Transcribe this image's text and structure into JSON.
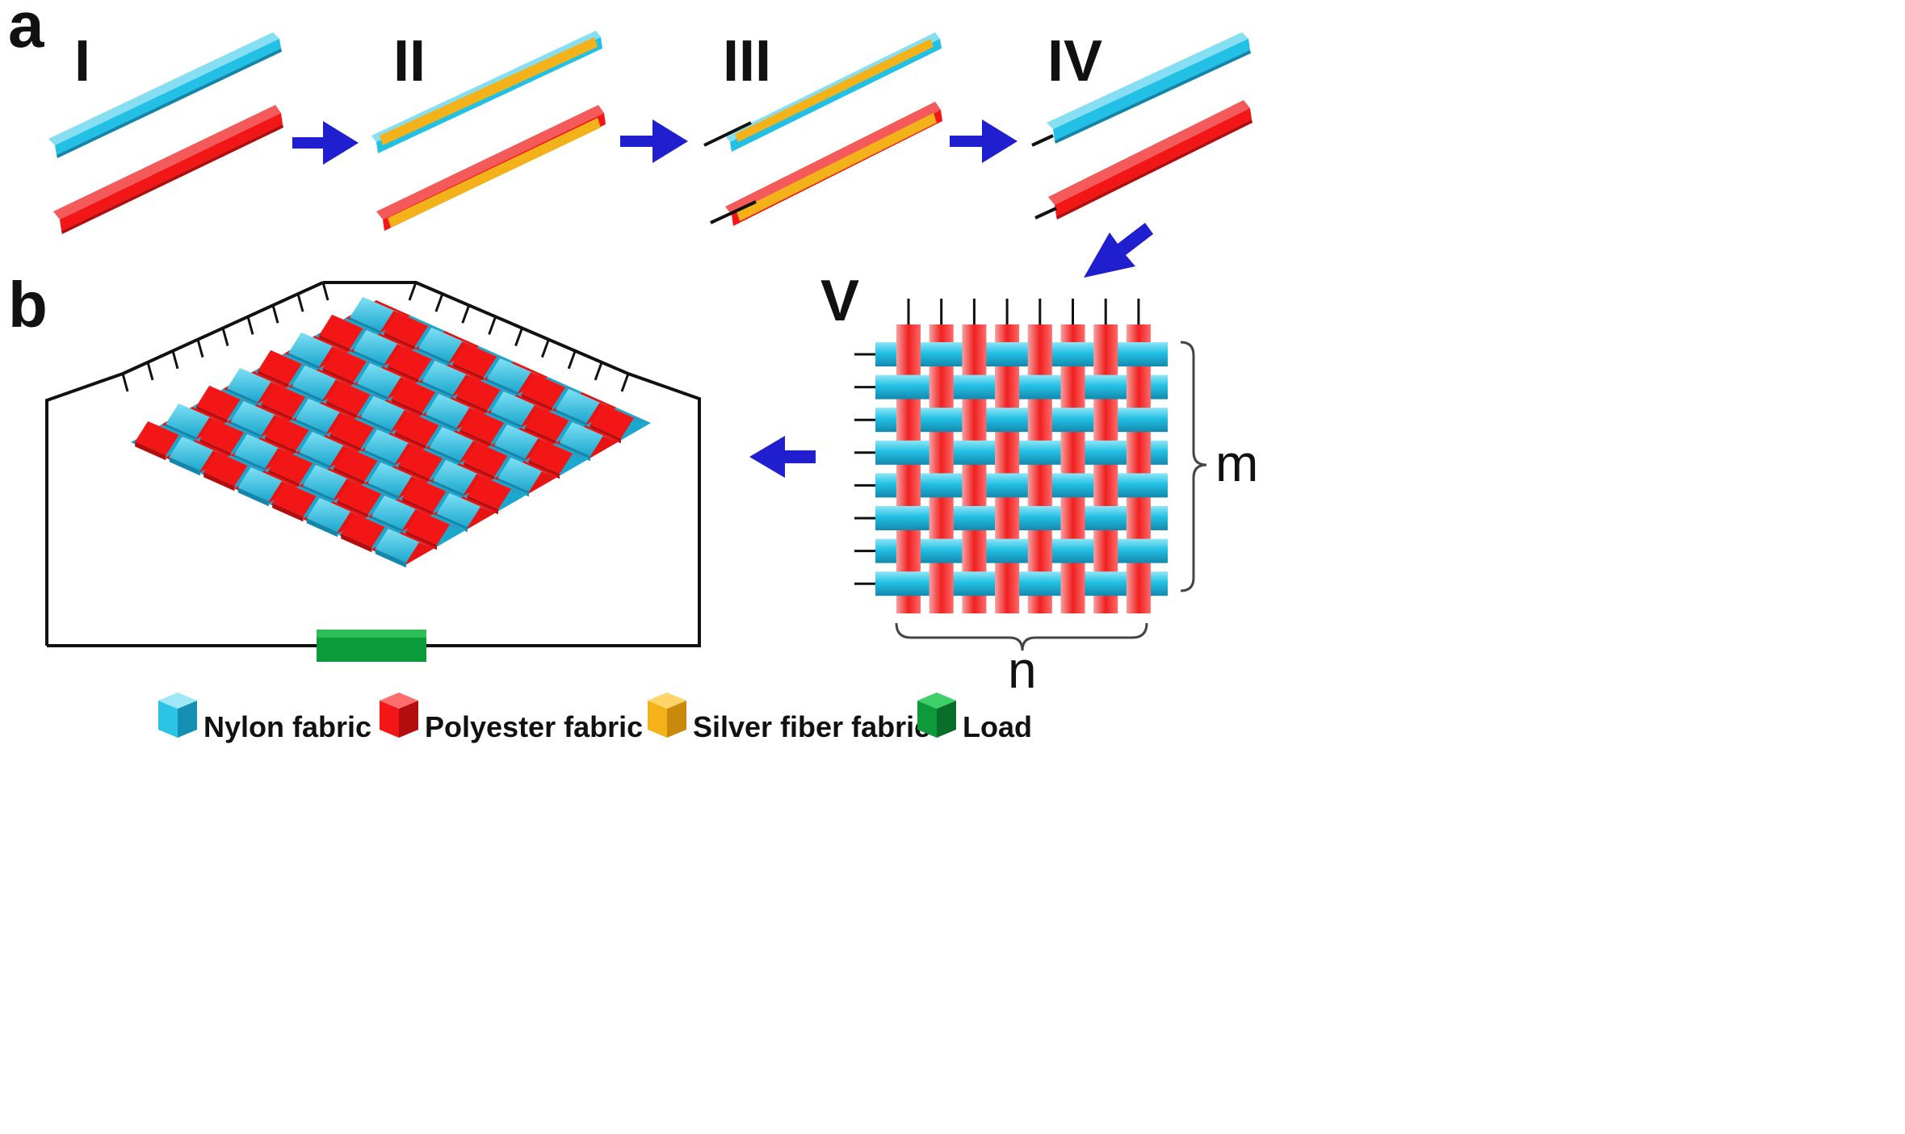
{
  "panel_labels": {
    "a": "a",
    "b": "b"
  },
  "steps": [
    "I",
    "II",
    "III",
    "IV",
    "V"
  ],
  "dims": {
    "m": "m",
    "n": "n"
  },
  "grid": {
    "rows": 8,
    "cols": 8
  },
  "legend": [
    {
      "label": "Nylon fabric",
      "color": "#1fb5d9"
    },
    {
      "label": "Polyester fabric",
      "color": "#f21818"
    },
    {
      "label": "Silver fiber fabric",
      "color": "#f0a81a"
    },
    {
      "label": "Load",
      "color": "#0c9a3a"
    }
  ],
  "colors": {
    "nylon": "#22c0e4",
    "nylon_dark": "#1590b4",
    "polyester": "#f21616",
    "polyester_dark": "#b80e0e",
    "silver": "#f3b21a",
    "arrow": "#1f1fcf",
    "wire": "#111111",
    "load": "#0c9a3a"
  }
}
